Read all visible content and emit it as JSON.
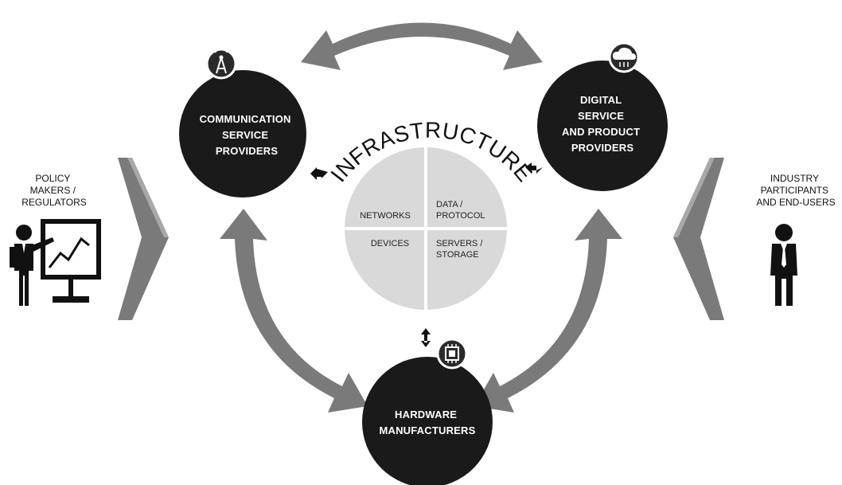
{
  "center": {
    "title": "INFRASTRUCTURE",
    "quadrants": {
      "networks": "NETWORKS",
      "data_protocol": [
        "DATA /",
        "PROTOCOL"
      ],
      "devices": "DEVICES",
      "servers_storage": [
        "SERVERS /",
        "STORAGE"
      ]
    }
  },
  "nodes": {
    "communication": [
      "COMMUNICATION",
      "SERVICE",
      "PROVIDERS"
    ],
    "digital": [
      "DIGITAL",
      "SERVICE",
      "AND PRODUCT",
      "PROVIDERS"
    ],
    "hardware": [
      "HARDWARE",
      "MANUFACTURERS"
    ]
  },
  "sides": {
    "left": [
      "POLICY",
      "MAKERS /",
      "REGULATORS"
    ],
    "right": [
      "INDUSTRY",
      "PARTICIPANTS",
      "AND END-USERS"
    ]
  },
  "icons": {
    "communication": "antenna-icon",
    "digital": "cloud-icon",
    "hardware": "chip-icon",
    "left_figure": "presenter-icon",
    "right_figure": "businessman-icon"
  },
  "colors": {
    "node_fill": "#1a1a1a",
    "arrow_fill": "#7a7a7a",
    "center_fill": "#d9d9d9"
  }
}
